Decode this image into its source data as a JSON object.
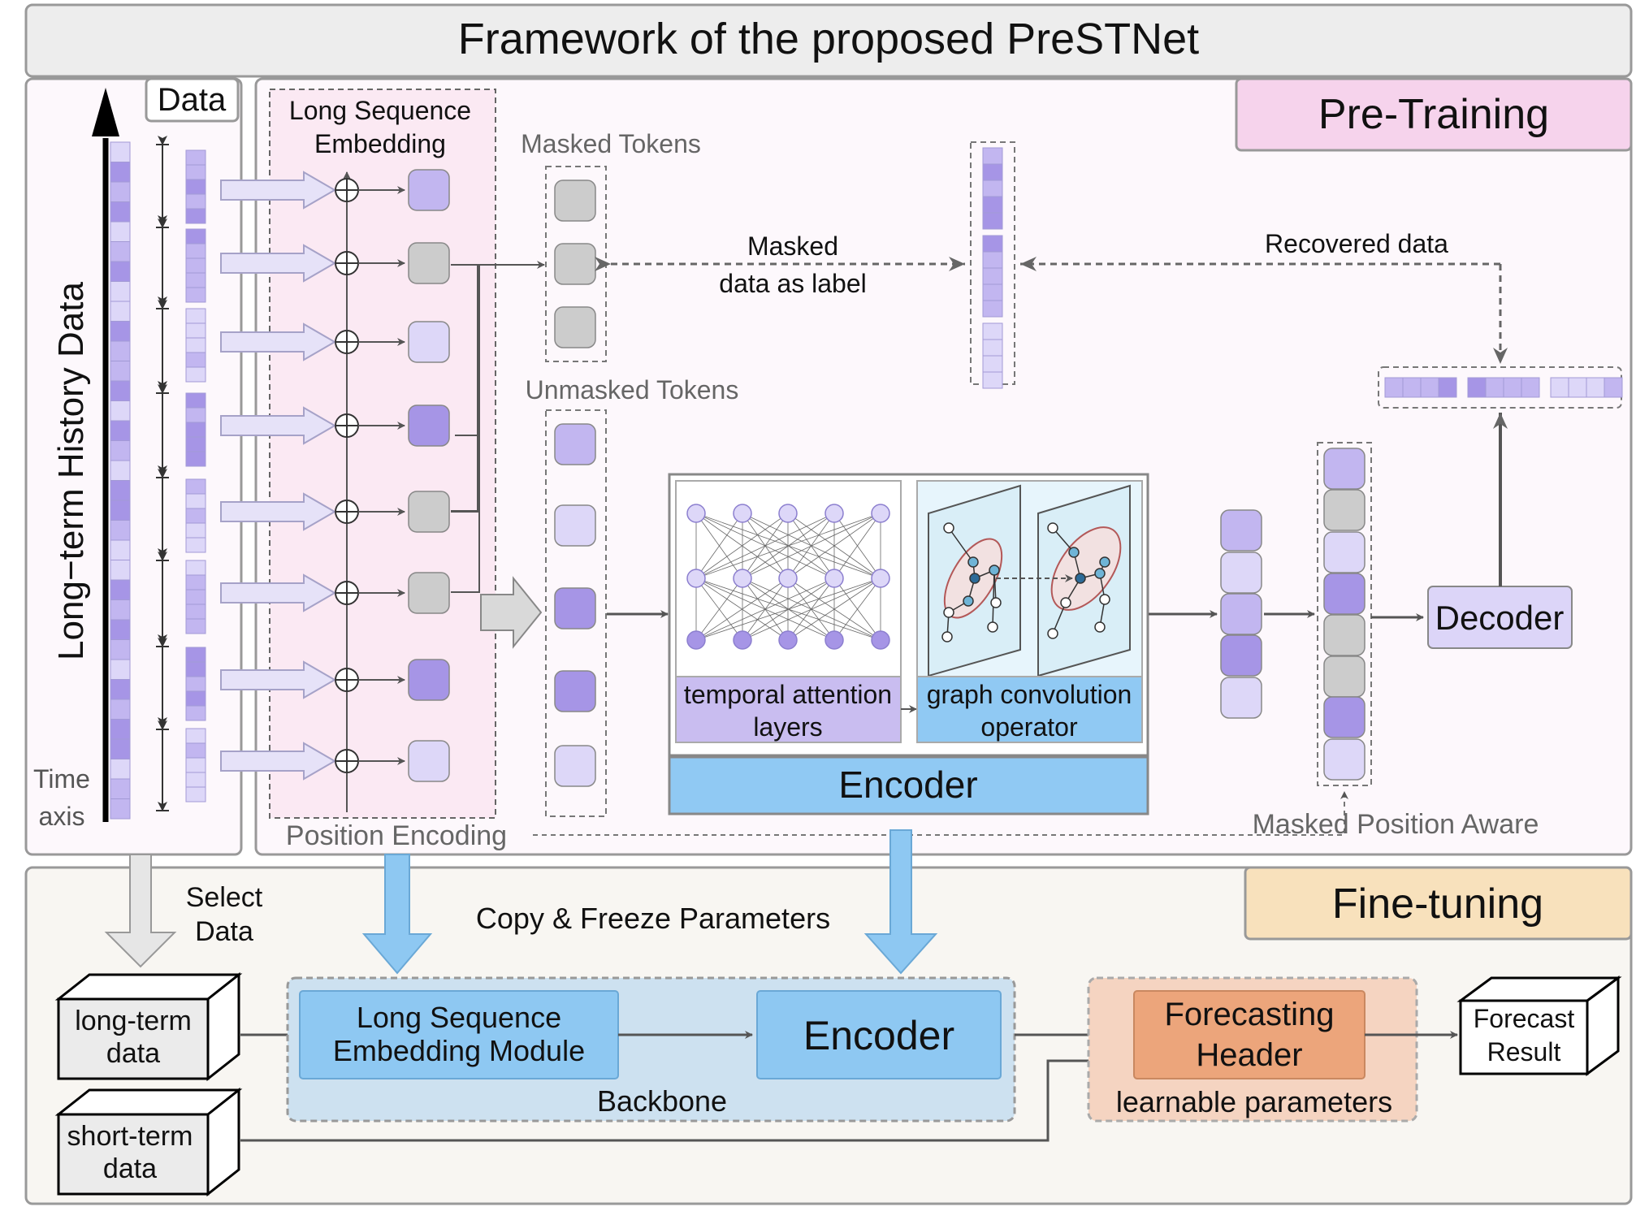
{
  "title": "Framework of the proposed PreSTNet",
  "pretraining": {
    "badge": "Pre-Training",
    "history_label": "Long−term History Data",
    "time_axis_1": "Time",
    "time_axis_2": "axis",
    "data_tag": "Data",
    "lse_title_1": "Long Sequence",
    "lse_title_2": "Embedding",
    "position_encoding": "Position Encoding",
    "masked_tokens": "Masked Tokens",
    "unmasked_tokens": "Unmasked Tokens",
    "masked_label_1": "Masked",
    "masked_label_2": "data as label",
    "recovered_data": "Recovered data",
    "temporal_1": "temporal attention",
    "temporal_2": "layers",
    "graph_1": "graph convolution",
    "graph_2": "operator",
    "encoder": "Encoder",
    "decoder": "Decoder",
    "masked_position_aware": "Masked Position Aware"
  },
  "finetuning": {
    "badge": "Fine-tuning",
    "select_1": "Select",
    "select_2": "Data",
    "copy_freeze": "Copy & Freeze Parameters",
    "long_term_1": "long-term",
    "long_term_2": "data",
    "short_term_1": "short-term",
    "short_term_2": "data",
    "lse_module_1": "Long Sequence",
    "lse_module_2": "Embedding Module",
    "encoder": "Encoder",
    "backbone": "Backbone",
    "header_1": "Forecasting",
    "header_2": "Header",
    "learnable": "learnable parameters",
    "result_1": "Forecast",
    "result_2": "Result"
  },
  "colors": {
    "purple_dark": "#a695e6",
    "purple_mid": "#c2b6f0",
    "purple_light": "#ddd7f8",
    "gray_token": "#cccccc",
    "blue_encoder": "#90c9f3",
    "pink_badge": "#f6d3ec",
    "peach_badge": "#f8e1bc",
    "orange_header": "#eca57b"
  }
}
